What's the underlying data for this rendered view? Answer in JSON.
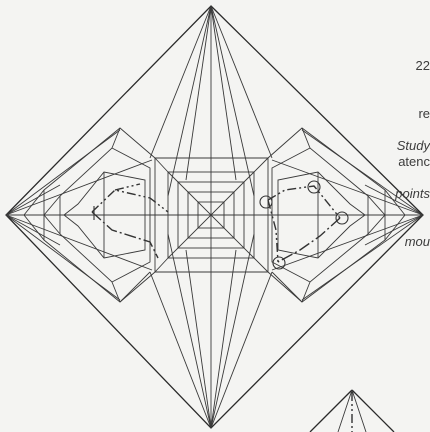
{
  "notes": {
    "top_lines": [
      "22",
      "re",
      "atenc"
    ],
    "italic_lines": [
      "Study",
      "points",
      "mou"
    ]
  }
}
